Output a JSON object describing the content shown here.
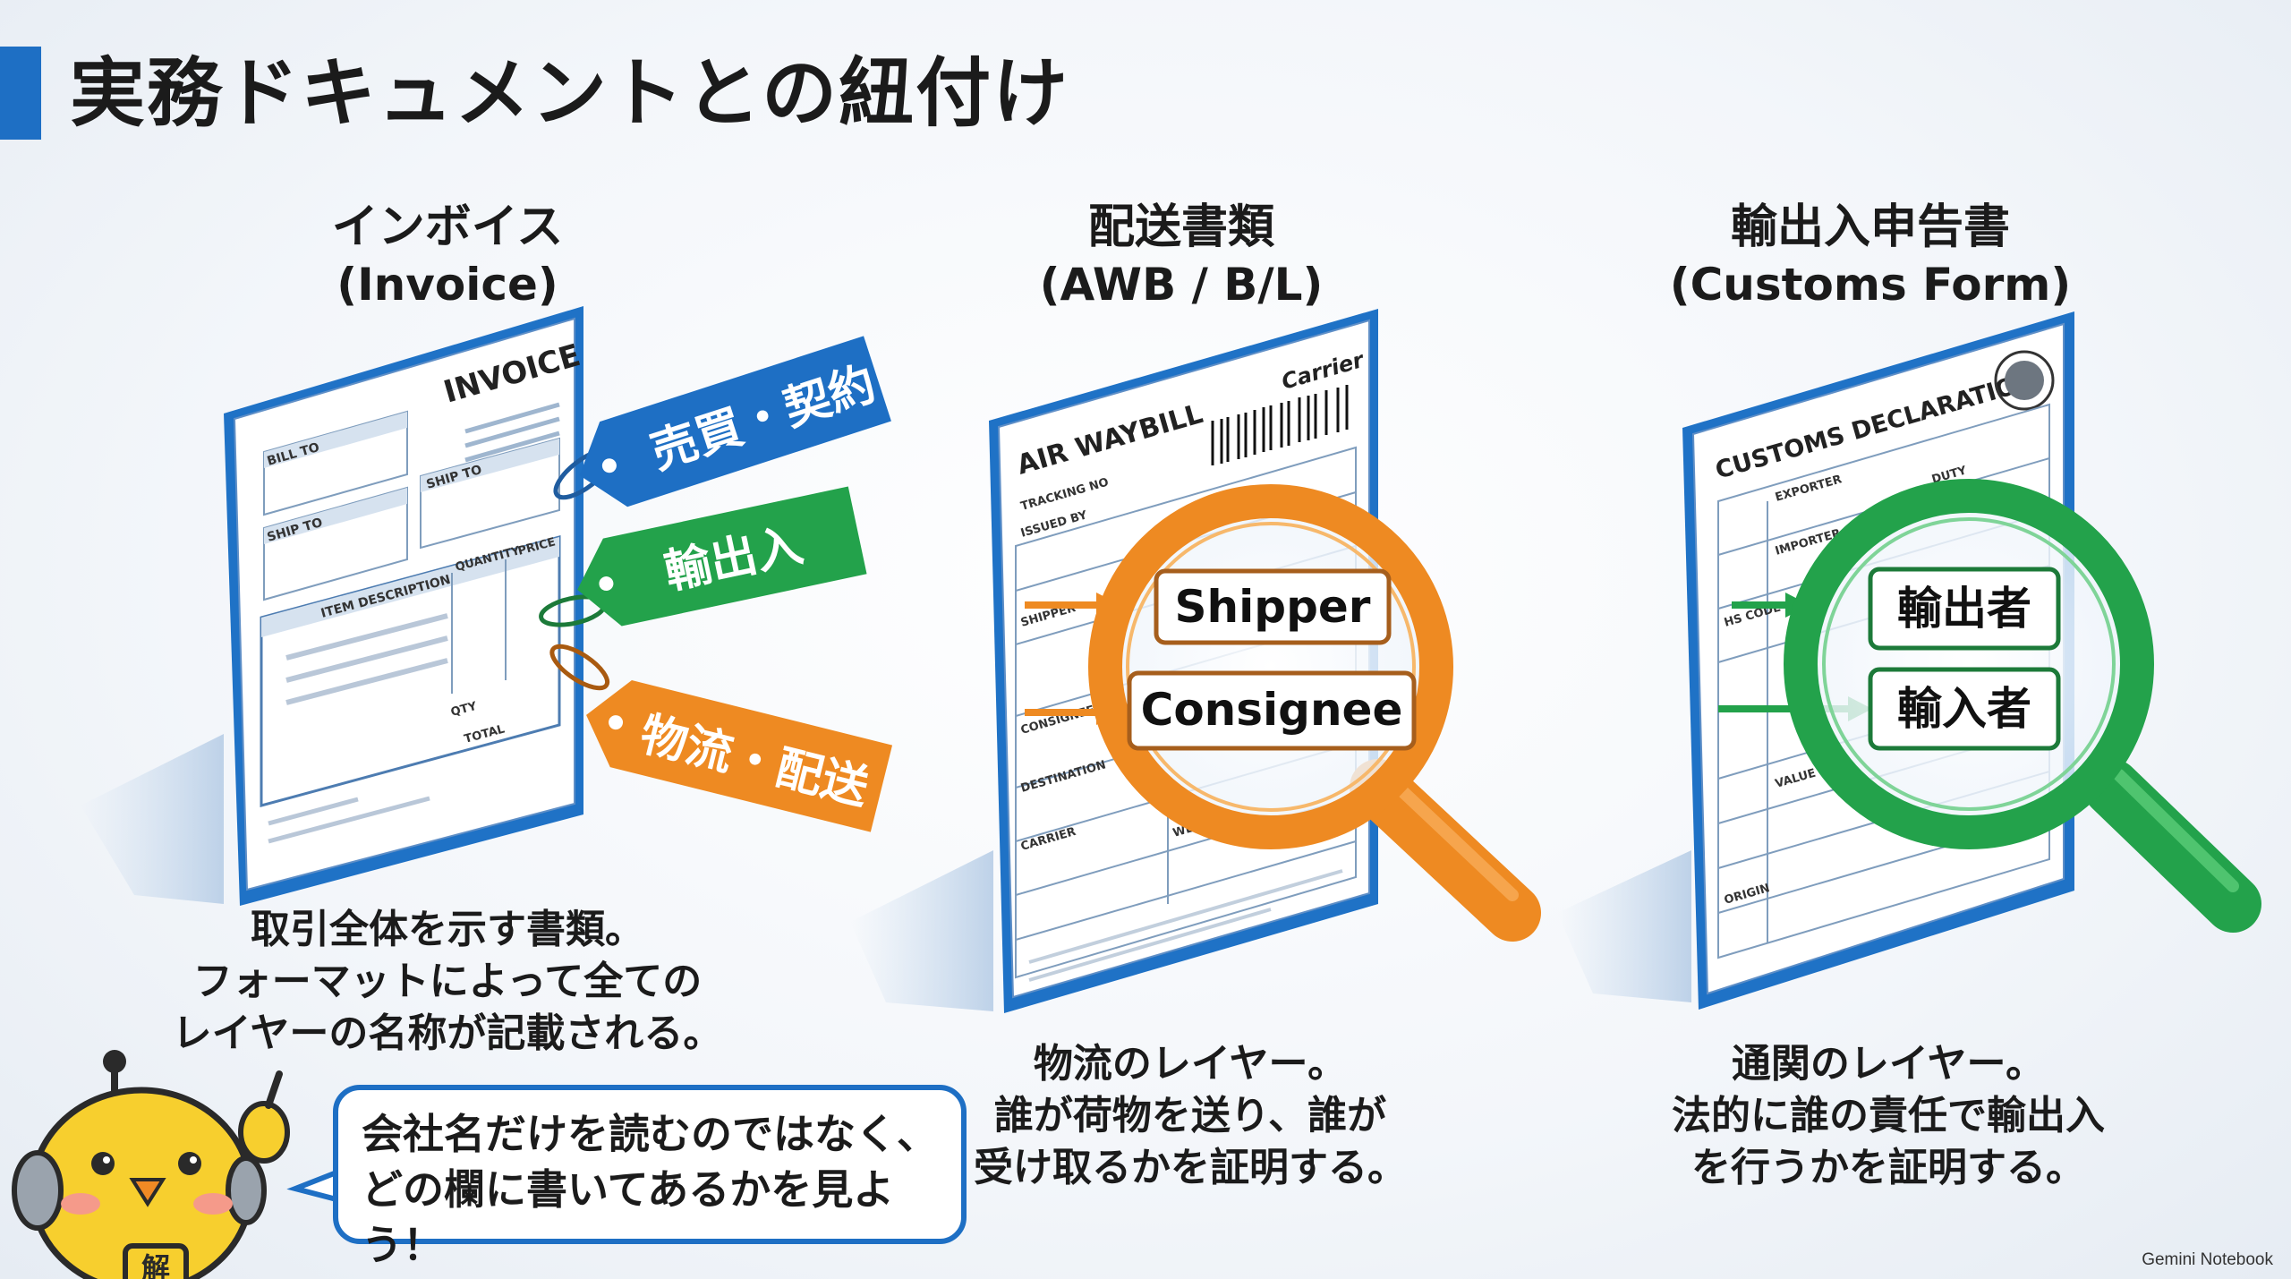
{
  "title": "実務ドキュメントとの紐付け",
  "columns": [
    {
      "heading": "インボイス",
      "subheading": "(Invoice)",
      "description": [
        "取引全体を示す書類。",
        "フォーマットによって全ての",
        "レイヤーの名称が記載される。"
      ],
      "doc": {
        "title": "INVOICE",
        "fields": [
          "BILL TO",
          "SHIP TO",
          "SHIP TO",
          "ITEM DESCRIPTION",
          "QUANTITY",
          "PRICE",
          "QTY",
          "TOTAL"
        ],
        "tags": [
          "売買・契約",
          "輸出入",
          "物流・配送"
        ]
      }
    },
    {
      "heading": "配送書類",
      "subheading": "(AWB / B/L)",
      "description": [
        "物流のレイヤー。",
        "誰が荷物を送り、誰が",
        "受け取るかを証明する。"
      ],
      "doc": {
        "title": "AIR WAYBILL",
        "carrier": "Carrier",
        "fields": [
          "TRACKING NO",
          "ISSUED BY",
          "SHIPPER",
          "CONSIGNEE",
          "DESTINATION",
          "CARRIER",
          "WEIGHT"
        ],
        "lens_labels": [
          "Shipper",
          "Consignee"
        ]
      }
    },
    {
      "heading": "輸出入申告書",
      "subheading": "(Customs Form)",
      "description": [
        "通関のレイヤー。",
        "法的に誰の責任で輸出入",
        "を行うかを証明する。"
      ],
      "doc": {
        "title": "CUSTOMS DECLARATION",
        "fields": [
          "EXPORTER",
          "IMPORTER",
          "HS CODE",
          "VALUE",
          "DUTY",
          "ORIGIN"
        ],
        "lens_labels": [
          "輸出者",
          "輸入者"
        ]
      }
    }
  ],
  "mascot": {
    "badge": "解"
  },
  "speech": [
    "会社名だけを読むのではなく、",
    "どの欄に書いてあるかを見よう！"
  ],
  "footer": "Gemini Notebook",
  "colors": {
    "accent": "#1e6fc4",
    "blue": "#1e6fc4",
    "green": "#23a24b",
    "orange": "#ee8a22"
  }
}
